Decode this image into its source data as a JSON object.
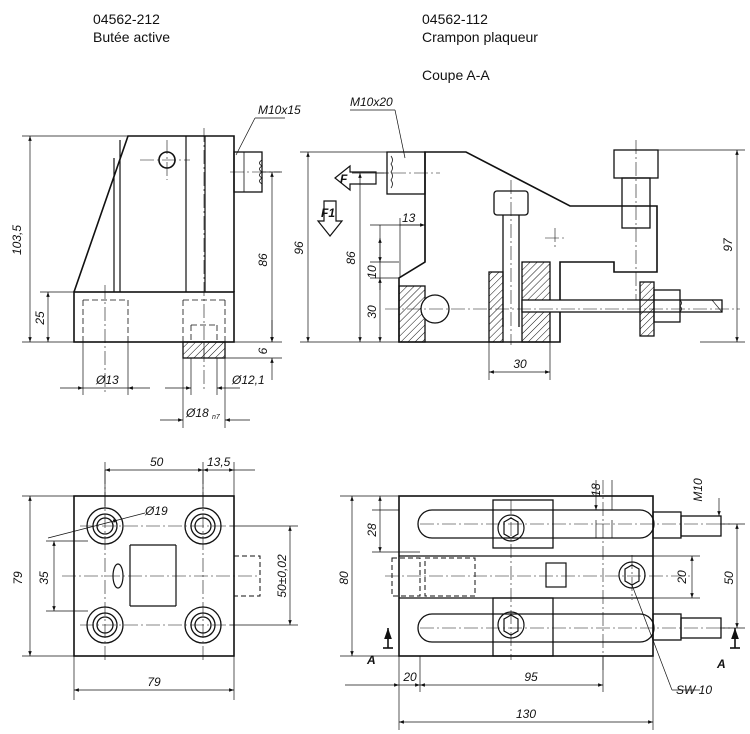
{
  "left_part": {
    "code": "04562-212",
    "name": "Butée active"
  },
  "right_part": {
    "code": "04562-112",
    "name": "Crampon plaqueur",
    "section": "Coupe A-A"
  },
  "thread_labels": {
    "stop_thread": "M10x15",
    "clamp_thread": "M10x20",
    "clamp_thread_top": "M10"
  },
  "force_labels": {
    "f": "F",
    "f1": "F1"
  },
  "section_labels": {
    "a_left": "A",
    "a_right": "A"
  },
  "wrench_label": "SW 10",
  "stop_dims": {
    "height_total": "103,5",
    "height_86": "86",
    "height_25": "25",
    "height_6": "6",
    "dia_13": "Ø13",
    "dia_12": "Ø12,1",
    "dia_18": "Ø18",
    "dia_18_tol": "n7",
    "width_50": "50",
    "width_13_5": "13,5",
    "dia_19": "Ø19",
    "height_79": "79",
    "height_35": "35",
    "height_50_tol": "50±0,02",
    "width_79": "79"
  },
  "clamp_dims": {
    "height_96": "96",
    "height_86": "86",
    "width_13": "13",
    "height_10": "10",
    "height_30": "30",
    "width_30": "30",
    "height_97": "97",
    "height_28": "28",
    "width_18": "18",
    "height_80": "80",
    "height_20": "20",
    "height_50": "50",
    "width_20": "20",
    "width_95": "95",
    "width_130": "130"
  }
}
